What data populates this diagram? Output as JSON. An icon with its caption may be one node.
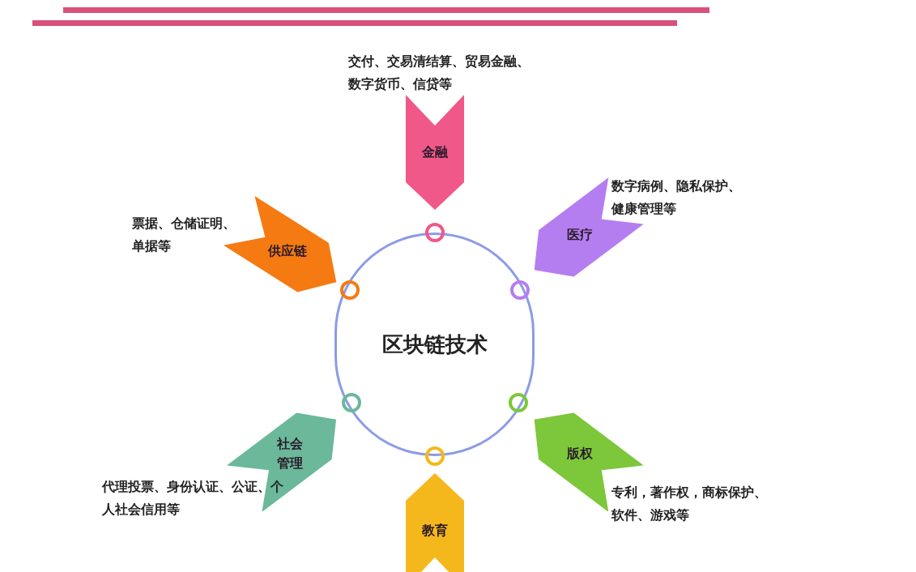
{
  "diagram": {
    "nodes": [
      {
        "text": [
          "区块链技术"
        ]
      },
      {
        "text": [
          "金融"
        ],
        "beside": [
          "交付、交易清结算、贸易金融、数字货币、信贷等"
        ]
      },
      {
        "text": [
          "医疗"
        ],
        "beside": [
          "数字病例、隐私保护、健康管理等"
        ]
      },
      {
        "text": [
          "供应链"
        ],
        "beside": [
          "票据、仓储证明、单据等"
        ]
      },
      {
        "text": [
          "社会管理"
        ],
        "beside": [
          "代理投票、身份认证、公证、个人社会信用等"
        ]
      },
      {
        "text": [
          "版权"
        ],
        "beside": [
          "专利，著作权，商标保护、软件、游戏等"
        ]
      },
      {
        "text": [
          "教育"
        ]
      }
    ]
  }
}
